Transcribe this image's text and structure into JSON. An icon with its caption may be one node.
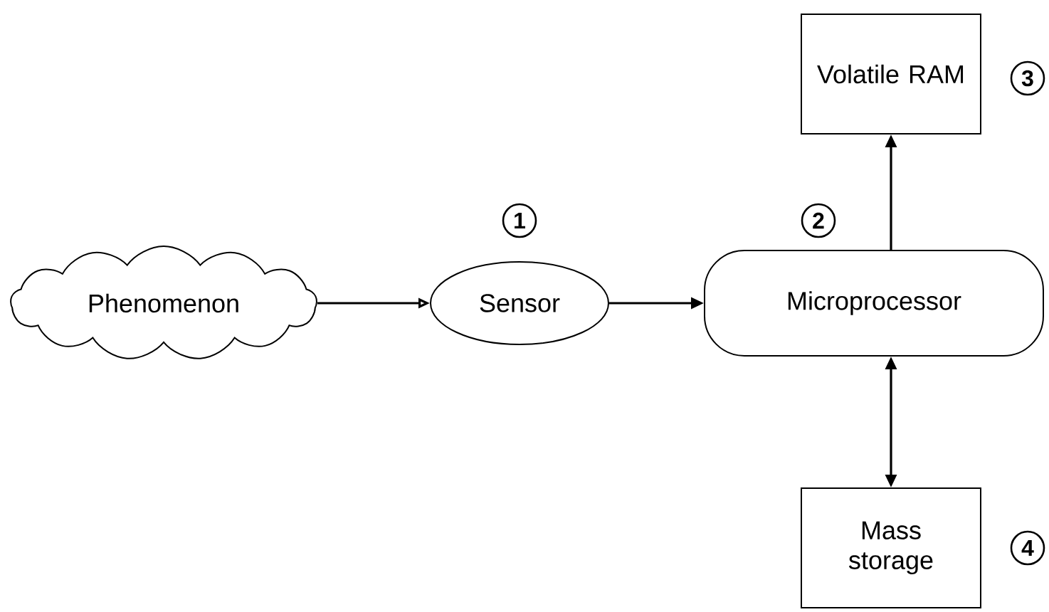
{
  "diagram": {
    "nodes": [
      {
        "text": [
          "Phenomenon"
        ]
      },
      {
        "text": [
          "Sensor"
        ]
      },
      {
        "text": [
          "Microprocessor"
        ]
      },
      {
        "text": [
          "Volatile RAM"
        ]
      },
      {
        "text": [
          "Mass storage"
        ]
      }
    ],
    "edges": [
      {
        "from": 0,
        "to": 1,
        "arrow": "to"
      },
      {
        "from": 1,
        "to": 2,
        "arrow": "to"
      },
      {
        "from": 2,
        "to": 3,
        "arrow": "to"
      },
      {
        "from": 2,
        "to": 4,
        "arrow": "both"
      }
    ],
    "labels": [
      "1",
      "2",
      "3",
      "4"
    ]
  }
}
